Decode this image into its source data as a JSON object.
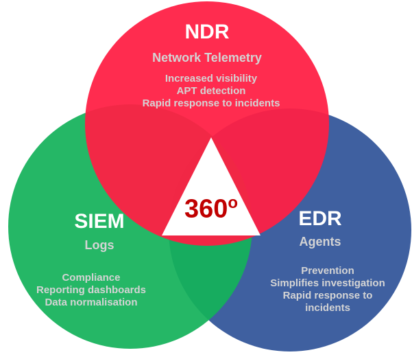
{
  "colors": {
    "ndr": "#ff1f44",
    "siem": "#14b25a",
    "edr": "#3f60a0",
    "center": "#c00000"
  },
  "center_label": "360",
  "center_suffix": "o",
  "ndr": {
    "title": "NDR",
    "subtitle": "Network Telemetry",
    "items": [
      "Increased visibility",
      "APT detection",
      "Rapid response to incidents"
    ]
  },
  "siem": {
    "title": "SIEM",
    "subtitle": "Logs",
    "items": [
      "Compliance",
      "Reporting dashboards",
      "Data normalisation"
    ]
  },
  "edr": {
    "title": "EDR",
    "subtitle": "Agents",
    "items": [
      "Prevention",
      "Simplifies investigation",
      "Rapid response to",
      "incidents"
    ]
  }
}
